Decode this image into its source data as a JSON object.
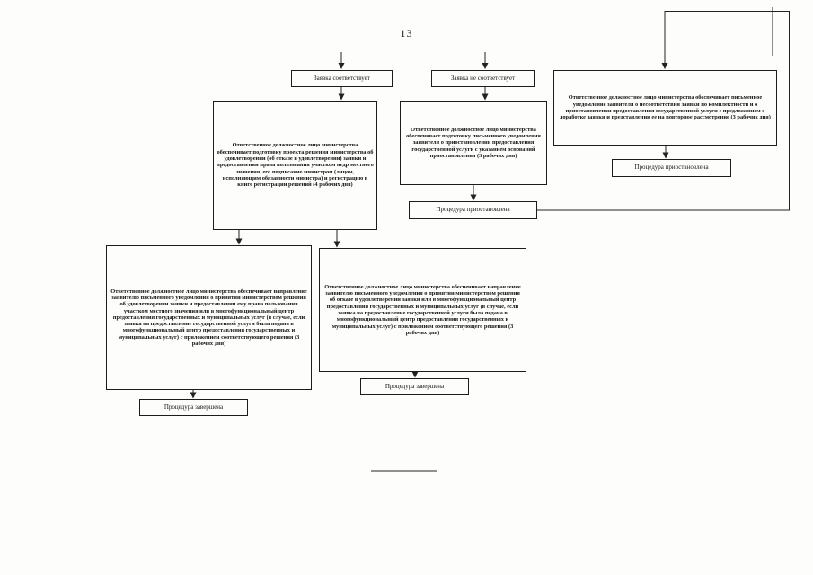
{
  "page": {
    "number": "13"
  },
  "flowchart": {
    "boxes": {
      "application_complies": "Заявка соответствует",
      "application_not_complies": "Заявка не соответствует",
      "noncompliance_notice": "Ответственное должностное лицо министерства обеспечивает письменное уведомление заявителя о несоответствии заявки по комплектности и о приостановлении предоставления государственной услуги с предложением о доработке заявки и представлении ее на повторное рассмотрение (3 рабочих дня)",
      "decision_preparation": "Ответственное должностное лицо министерства обеспечивает подготовку проекта решения министерства об удовлетворении (об отказе в удовлетворении) заявки и предоставлении права пользования участком недр местного значения, его подписание министром (лицом, исполняющим обязанности министра) и регистрацию в книге регистрации решений (4 рабочих дня)",
      "suspension_notice": "Ответственное должностное лицо министерства обеспечивает подготовку письменного уведомления заявителя о приостановлении предоставления государственной услуги с указанием оснований приостановления (3 рабочих дня)",
      "procedure_suspended_right": "Процедура приостановлена",
      "procedure_suspended_mid": "Процедура приостановлена",
      "approval_notification": "Ответственное должностное лицо министерства обеспечивает направление заявителю письменного уведомления о принятии министерством решения об удовлетворении заявки и предоставлении ему права пользования участком местного значения или в многофункциональный центр предоставления государственных и муниципальных услуг (в случае, если заявка на предоставление государственной услуги была подана в многофункциональный центр предоставления государственных и муниципальных услуг) с приложением соответствующего решения (3 рабочих дня)",
      "refusal_notification": "Ответственное должностное лицо министерства обеспечивает направление заявителю письменного уведомления о принятии министерством решения об отказе в удовлетворении заявки или в многофункциональный центр предоставления государственных и муниципальных услуг (в случае, если заявка на предоставление государственной услуги была подана в многофункциональный центр предоставления государственных и муниципальных услуг) с приложением соответствующего решения (3 рабочих дня)",
      "procedure_completed_left": "Процедура завершена",
      "procedure_completed_mid": "Процедура завершена"
    }
  }
}
